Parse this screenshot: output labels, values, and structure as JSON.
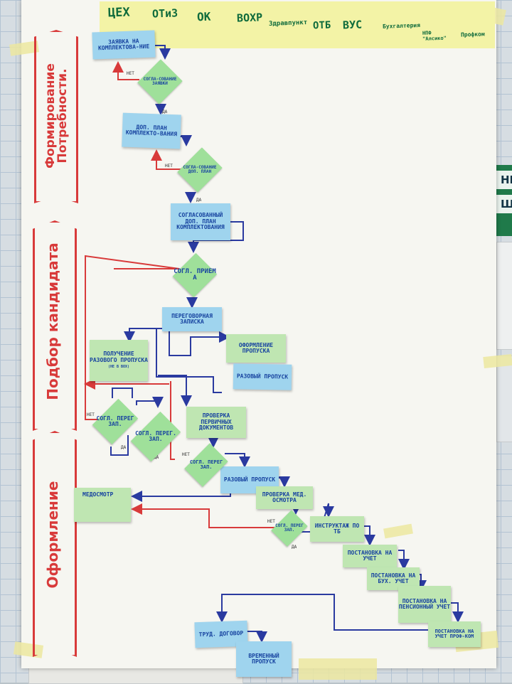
{
  "header": {
    "columns": [
      "ЦЕХ",
      "ОТиЗ",
      "ОК",
      "ВОХР",
      "Здравпункт",
      "ОТБ",
      "ВУС",
      "Бухгалтерия",
      "НПФ \"Алсико\"",
      "Профком"
    ]
  },
  "lanes": [
    "Формирование Потребности.",
    "Подбор кандидата",
    "Оформление"
  ],
  "notes": {
    "zayavka": "ЗАЯВКА НА КОМПЛЕКТОВА-НИЕ",
    "dop_plan": "ДОП. ПЛАН КОМПЛЕКТО-ВАНИЯ",
    "soglasovanny": "СОГЛАСОВАННЫЙ ДОП. ПЛАН КОМПЛЕКТОВАНИЯ",
    "peregovornaya": "ПЕРЕГОВОРНАЯ ЗАПИСКА",
    "poluchenie": "ПОЛУЧЕНИЕ РАЗОВОГО ПРОПУСКА",
    "poluchenie_sub": "(НЕ В ВОХ)",
    "oformlenie_propuska": "ОФОРМЛЕНИЕ ПРОПУСКА",
    "razovy_propusk_1": "РАЗОВЫЙ ПРОПУСК",
    "proverka_doc": "ПРОВЕРКА ПЕРВИЧНЫХ ДОКУМЕНТОВ",
    "razovy_propusk_2": "РАЗОВЫЙ ПРОПУСК",
    "proverka_med": "ПРОВЕРКА МЕД. ОСМОТРА",
    "medosmotr": "МЕДОСМОТР",
    "instruktazh": "ИНСТРУКТАЖ ПО ТБ",
    "postanovka_uchet": "ПОСТАНОВКА НА УЧЕТ",
    "postanovka_buh": "ПОСТАНОВКА НА БУХ. УЧЕТ",
    "postanovka_pens": "ПОСТАНОВКА НА ПЕНСИОННЫЙ УЧЕТ",
    "postanovka_prof": "ПОСТАНОВКА НА УЧЕТ ПРОФ-КОМ",
    "trud_dogovor": "ТРУД. ДОГОВОР",
    "vremenny": "ВРЕМЕННЫЙ ПРОПУСК"
  },
  "diamonds": {
    "d1": "СОГЛА-СОВАНИЕ ЗАЯВКИ",
    "d2": "СОГЛА-СОВАНИЕ ДОП. ПЛАН",
    "d3": "СОГЛ. ПРИЕМ А",
    "d4": "СОГЛ. ПЕРЕГ ЗАП.",
    "d5": "СОГЛ. ПЕРЕГ. ЗАП.",
    "d6": "СОГЛ. ПЕРЕГ ЗАП.",
    "d7": "СОГЛ. ПЕРЕГ ЗАП."
  },
  "edge_labels": {
    "yes": "ДА",
    "no": "НЕТ"
  },
  "colors": {
    "blue_note": "#9fd4ee",
    "green_note": "#bfe6b2",
    "diamond": "#9fe09a",
    "marker_blue": "#2a3aa0",
    "marker_red": "#d83a3a",
    "header_green": "#0f6b3c"
  }
}
